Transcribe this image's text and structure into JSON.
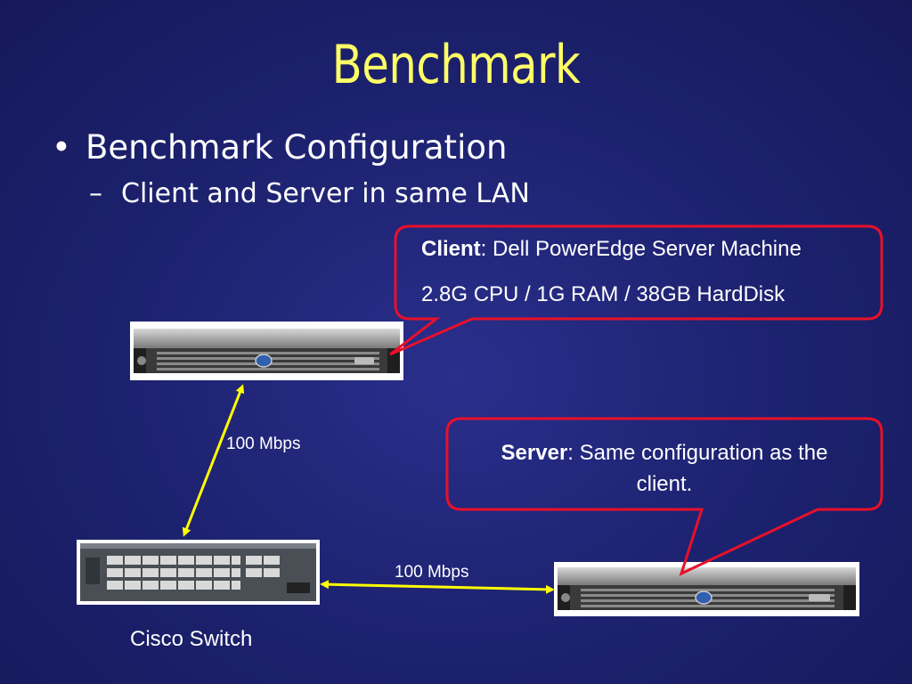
{
  "slide": {
    "title": "Benchmark",
    "bullet_symbol": "•",
    "sub_bullet_symbol": "–",
    "bullet_1": "Benchmark Configuration",
    "bullet_1_1": "Client and Server in same LAN"
  },
  "client_callout": {
    "label": "Client",
    "text": ": Dell PowerEdge Server Machine",
    "specs": "2.8G CPU / 1G RAM / 38GB HardDisk"
  },
  "server_callout": {
    "label": "Server",
    "text": ": Same configuration as the",
    "text_line2": "client."
  },
  "links": {
    "client_switch_speed": "100 Mbps",
    "switch_server_speed": "100 Mbps"
  },
  "switch_label": "Cisco Switch",
  "colors": {
    "background": "#1e2372",
    "title": "#ffff66",
    "text": "#ffffff",
    "callout_border": "#e8102a",
    "arrow": "#ffff00"
  }
}
